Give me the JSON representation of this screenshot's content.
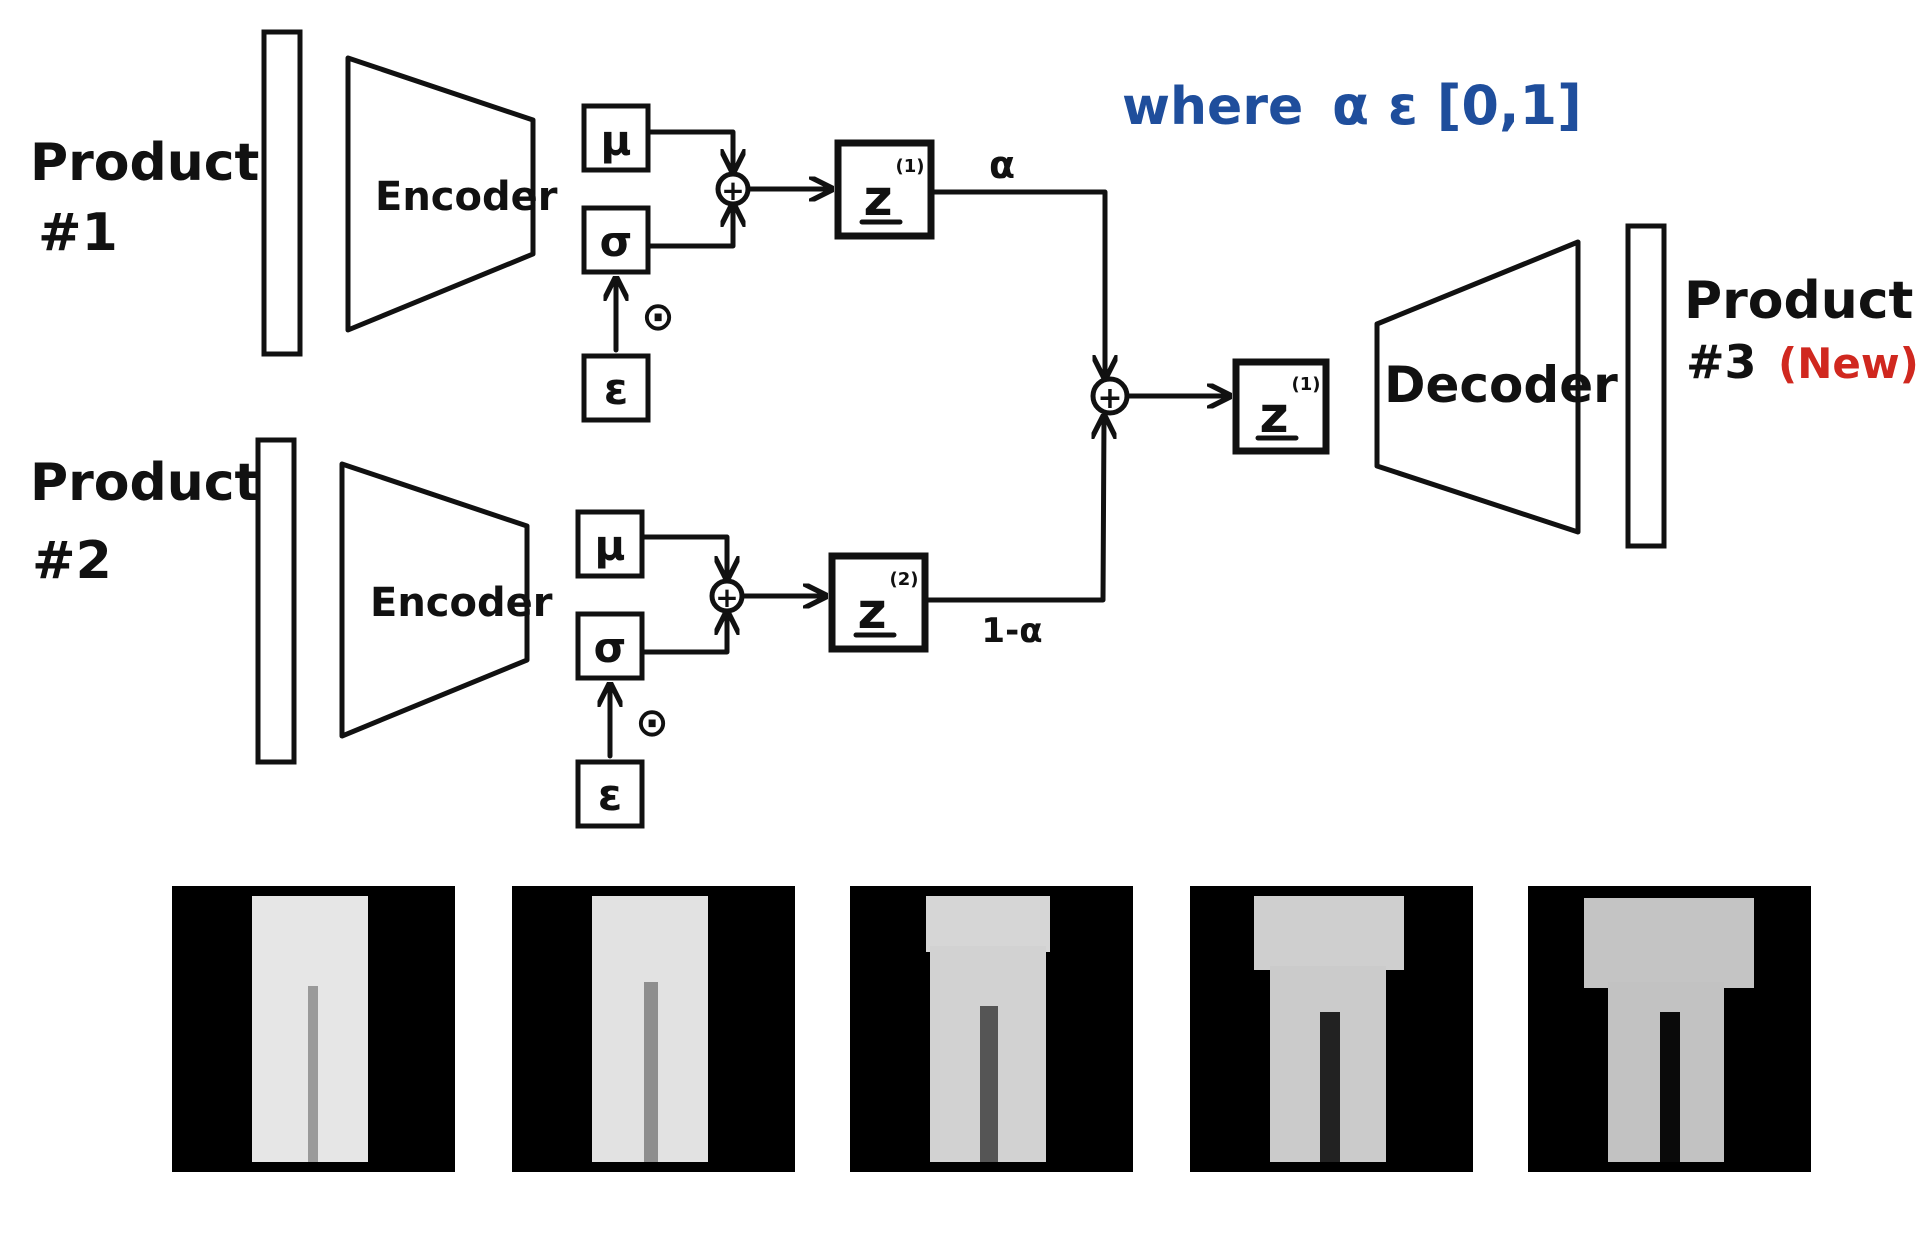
{
  "labels": {
    "product1": [
      "Product",
      "#1"
    ],
    "product2": [
      "Product",
      "#2"
    ],
    "product3": [
      "Product",
      "#3"
    ],
    "product3_new": "(New)",
    "encoder": "Encoder",
    "decoder": "Decoder",
    "mu": "μ",
    "sigma": "σ",
    "epsilon": "ε",
    "odot": "⊙",
    "plus": "+",
    "z1": "z",
    "z1_sup": "(1)",
    "z2": "z",
    "z2_sup": "(2)",
    "z3": "z",
    "z3_sup": "(1)",
    "alpha": "α",
    "one_minus_alpha": "1-α",
    "where": "where",
    "alpha_range": "α ε [0,1]"
  },
  "colors": {
    "ink": "#111111",
    "note_blue": "#1f4e9c",
    "new_red": "#d0281f"
  },
  "interpolation_images": [
    {
      "name": "interp-1"
    },
    {
      "name": "interp-2"
    },
    {
      "name": "interp-3"
    },
    {
      "name": "interp-4"
    },
    {
      "name": "interp-5"
    }
  ]
}
